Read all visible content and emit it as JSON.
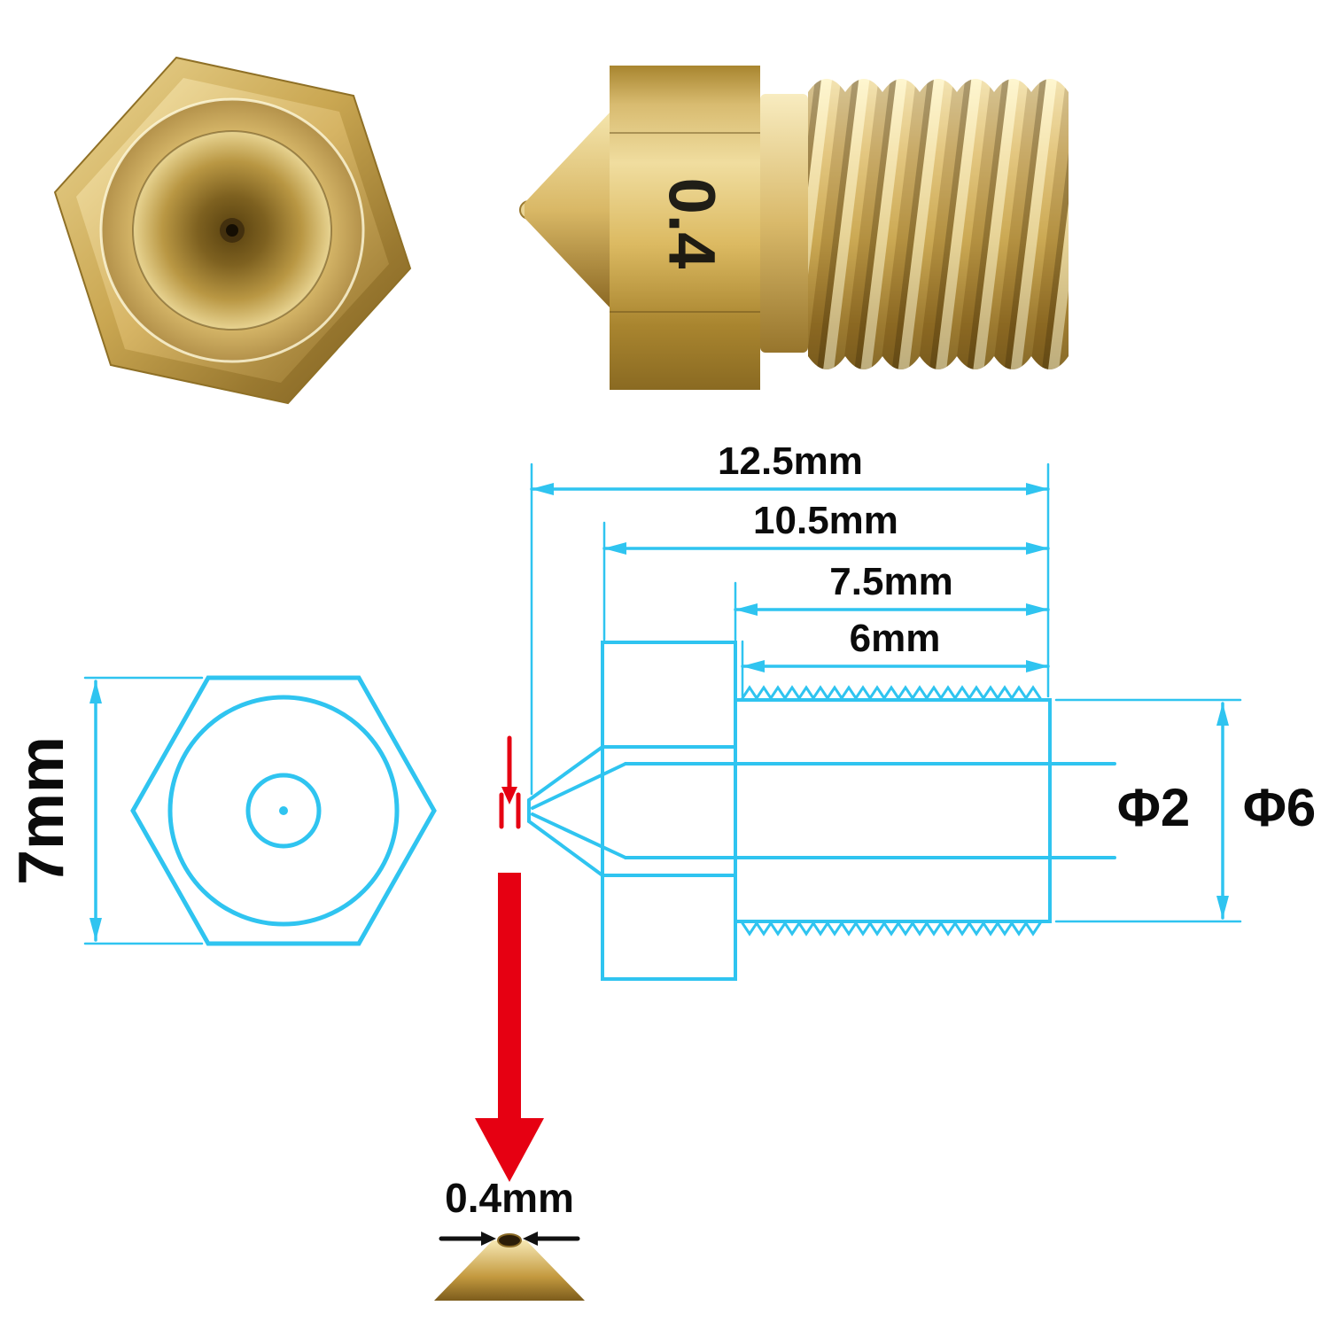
{
  "colors": {
    "drawing_cyan": "#2fc4f0",
    "callout_red": "#e60012",
    "text_black": "#0b0b0b",
    "brass_light": "#f4e3ab",
    "brass_mid": "#c9a750",
    "brass_dark": "#7a5c1e",
    "background": "#ffffff"
  },
  "photos": {
    "engraving": "0.4"
  },
  "dims": {
    "overall": "12.5mm",
    "shank": "10.5mm",
    "to_thread": "7.5mm",
    "thread": "6mm",
    "hex": "7mm",
    "bore": "Φ2",
    "outer": "Φ6",
    "orifice": "0.4mm"
  }
}
